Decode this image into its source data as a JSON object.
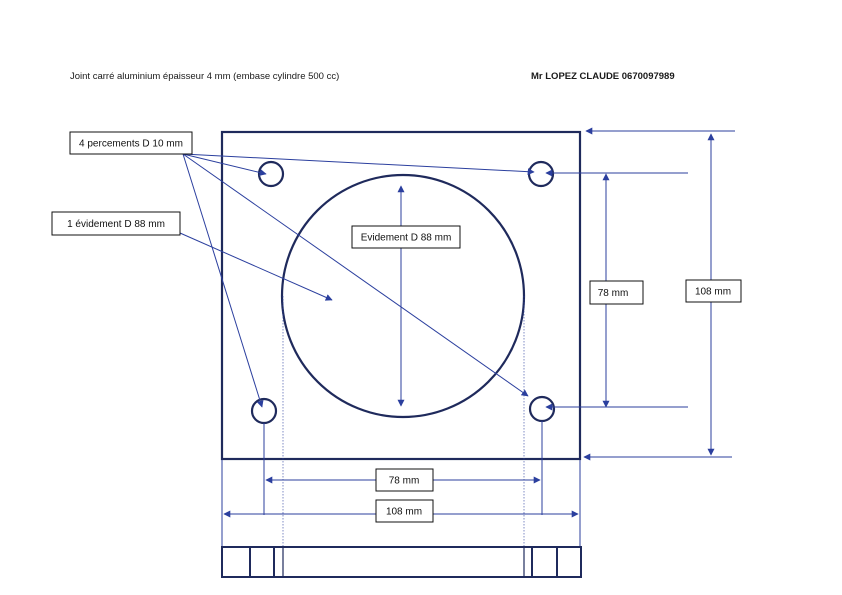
{
  "header": {
    "title": "Joint carré aluminium épaisseur 4 mm (embase cylindre 500 cc)",
    "client": "Mr LOPEZ CLAUDE 0670097989"
  },
  "labels": {
    "holes": "4 percements D 10 mm",
    "cutout": "1 évidement D 88 mm",
    "bore": "Evidement D 88 mm",
    "hole_spacing_v": "78 mm",
    "plate_height": "108 mm",
    "hole_spacing_h": "78 mm",
    "plate_width": "108 mm"
  },
  "colors": {
    "outline": "#1f2a5c",
    "dimension": "#2b3f9e"
  }
}
